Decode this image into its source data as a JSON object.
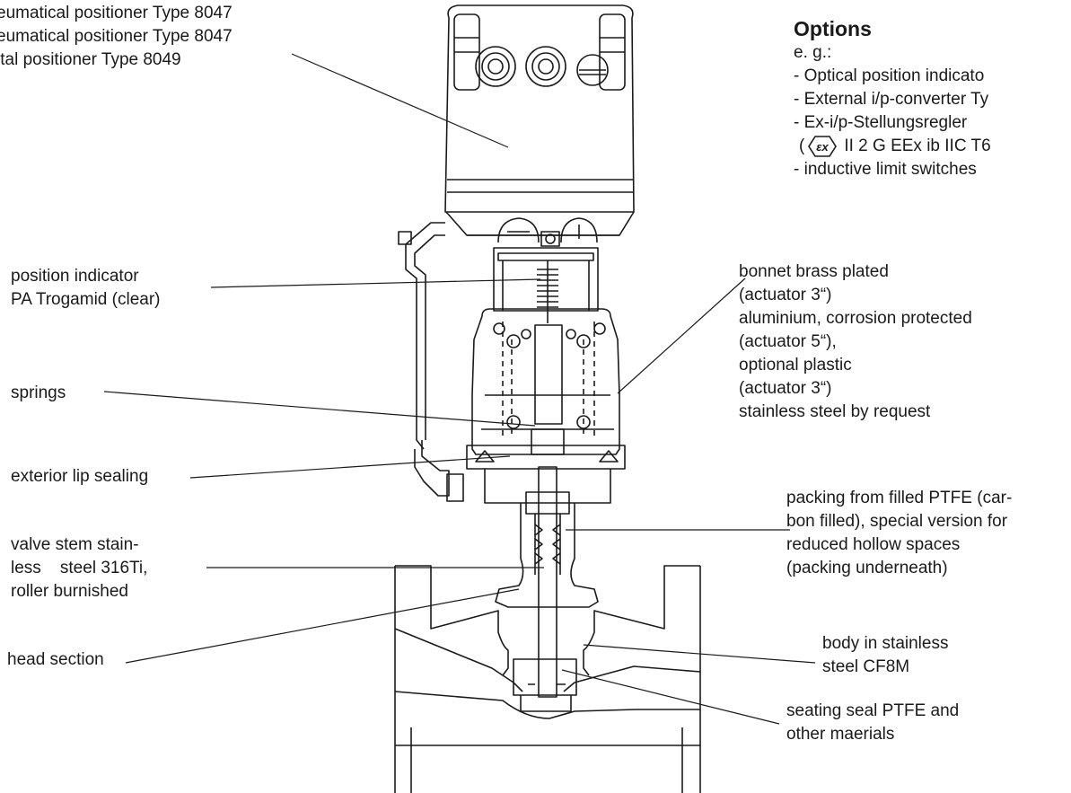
{
  "labels": {
    "positioners": [
      "eumatical positioner Type 8047",
      "eumatical positioner Type 8047",
      "ital positioner Type 8049"
    ],
    "position_indicator": [
      "position indicator",
      "PA Trogamid (clear)"
    ],
    "springs": "springs",
    "exterior_lip": "exterior lip sealing",
    "valve_stem": [
      "valve stem stain-",
      "less    steel 316Ti,",
      "roller burnished"
    ],
    "head_section": "head section",
    "bonnet": [
      "bonnet brass plated",
      "(actuator 3“)",
      "aluminium, corrosion protected",
      "(actuator 5“),",
      "optional plastic",
      "(actuator 3“)",
      "stainless steel by request"
    ],
    "packing": [
      "packing from filled PTFE (car-",
      "bon filled), special version for",
      "reduced hollow spaces",
      "(packing underneath)"
    ],
    "body": [
      "body in stainless",
      "steel CF8M"
    ],
    "seating": [
      "seating seal PTFE and",
      "other maerials"
    ]
  },
  "options": {
    "title": "Options",
    "eg": "e. g.:",
    "items": [
      "- Optical position indicato",
      "- External i/p-converter Ty",
      "- Ex-i/p-Stellungsregler"
    ],
    "ex_open": "(",
    "ex_symbol": "εx",
    "ex_text": "II 2 G EEx ib IIC T6",
    "last": "- inductive limit switches"
  },
  "colors": {
    "line": "#1a1a1a",
    "text": "#1a1a1a",
    "background": "#ffffff"
  },
  "icons": {
    "ex_mark": "explosion-protection-hexagon-icon"
  }
}
